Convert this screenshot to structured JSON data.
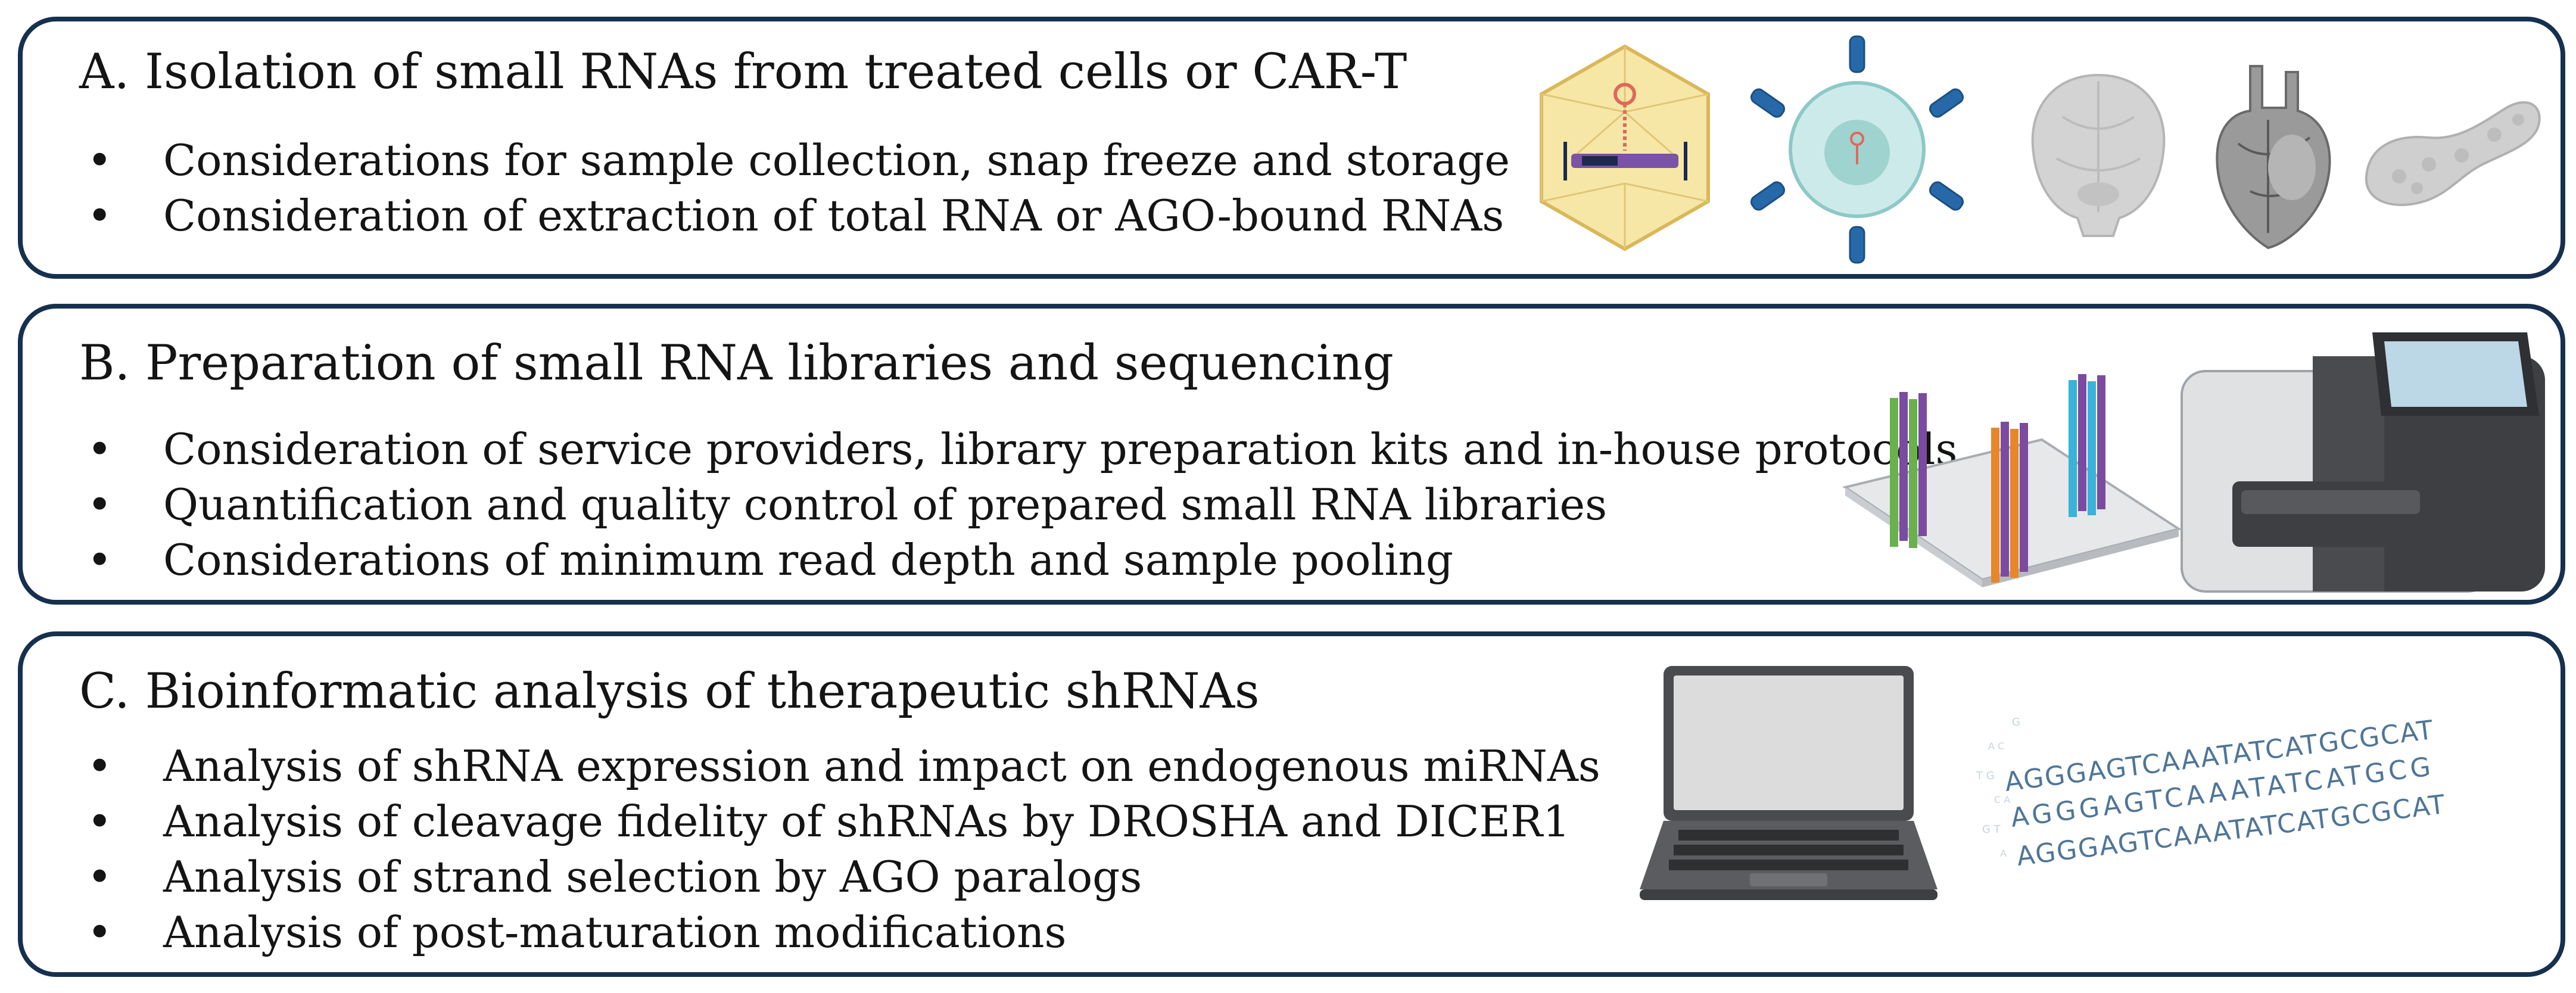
{
  "panels": {
    "a": {
      "title": "A. Isolation of small RNAs from treated cells or CAR-T",
      "bullets": [
        "Considerations for sample collection, snap freeze and storage",
        "Consideration of extraction of total RNA or AGO-bound RNAs"
      ],
      "illustrations": [
        "viral-vector-icon",
        "car-t-cell-icon",
        "brain-icon",
        "heart-icon",
        "pancreas-icon"
      ]
    },
    "b": {
      "title": "B. Preparation of small RNA libraries and sequencing",
      "bullets": [
        "Consideration of service providers, library preparation kits and in-house protocols",
        "Quantification and quality control of prepared small RNA libraries",
        "Considerations of minimum read depth and sample pooling"
      ],
      "illustrations": [
        "flow-cell-clusters-icon",
        "sequencer-icon"
      ]
    },
    "c": {
      "title": "C. Bioinformatic analysis of therapeutic shRNAs",
      "bullets": [
        "Analysis of shRNA expression and impact on endogenous miRNAs",
        "Analysis of cleavage fidelity of shRNAs by DROSHA and DICER1",
        "Analysis of strand selection by AGO paralogs",
        "Analysis of post-maturation modifications"
      ],
      "illustrations": [
        "laptop-icon",
        "sequence-reads-icon"
      ],
      "reads": [
        "AGGGAGTCAAATATCATGCGCAT",
        "AGGGAGTCAAATATCATGCG",
        "AGGGAGTCAAATATCATGCGCAT"
      ]
    }
  },
  "colors": {
    "border": "#16304f",
    "text": "#141414"
  }
}
